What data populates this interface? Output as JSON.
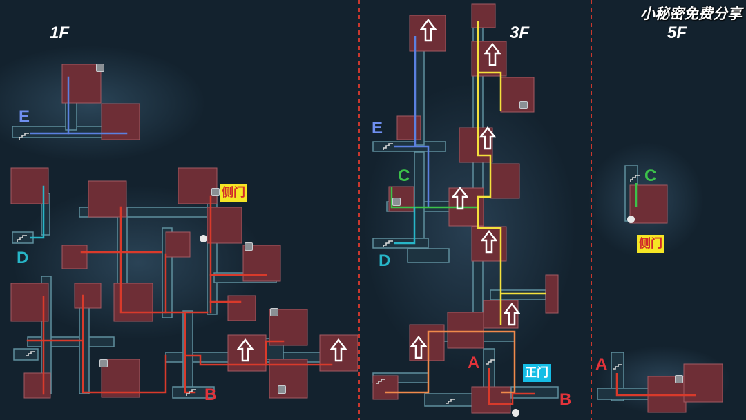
{
  "watermark": "小秘密免费分享",
  "floors": {
    "f1": "1F",
    "f3": "3F",
    "f5": "5F"
  },
  "markers": {
    "f1_E": "E",
    "f1_D": "D",
    "f1_B": "B",
    "f3_E": "E",
    "f3_C": "C",
    "f3_D": "D",
    "f3_A": "A",
    "f3_B": "B",
    "f5_C": "C",
    "f5_A": "A"
  },
  "tags": {
    "f1_side_door": "侧门",
    "f3_main_door": "正门",
    "f5_side_door": "侧门"
  },
  "colors": {
    "red_route": "#d93a2b",
    "yellow_route": "#f4e13c",
    "orange_route": "#f08a4b",
    "blue_route": "#5b80e0",
    "cyan_route": "#27b6c8",
    "green_route": "#3cc24a",
    "divider": "#c8382e",
    "label_E": "#6f8ff0",
    "label_D": "#27b6c8",
    "label_C": "#3cc24a",
    "label_AB": "#e2333a",
    "tag_yellow": "#f5e625",
    "tag_cyan": "#15bde5"
  },
  "icons": [
    "up-arrow-icon",
    "stairs-icon",
    "save-icon",
    "lock-icon"
  ]
}
